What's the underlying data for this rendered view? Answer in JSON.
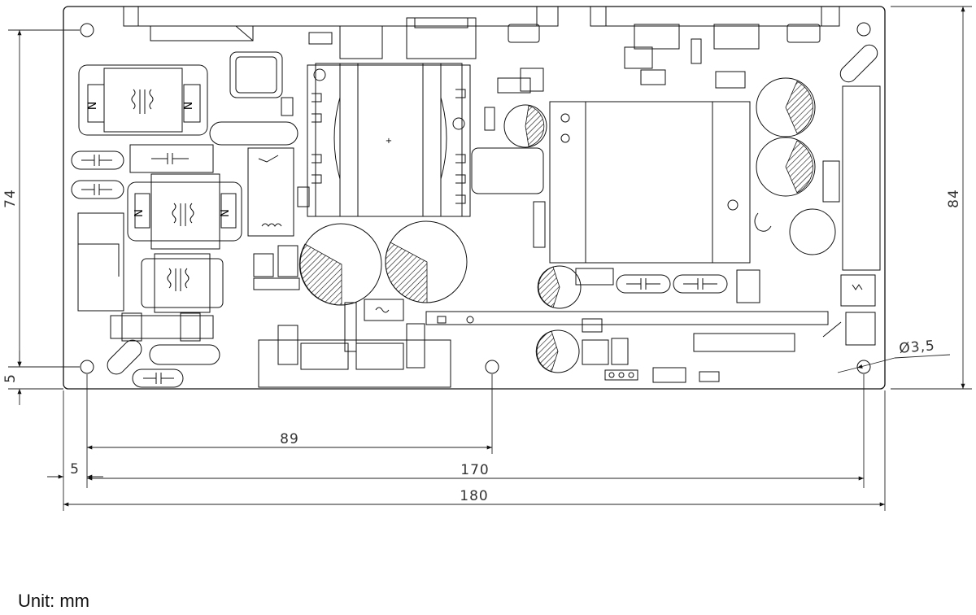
{
  "dimensions": {
    "board_width": "180",
    "hole_span": "170",
    "hole_to_middle": "89",
    "hole_offset_x": "5",
    "board_height": "84",
    "hole_span_vertical": "74",
    "hole_offset_y": "5",
    "hole_diameter": "Ø3,5"
  },
  "unit_label": "Unit: mm",
  "colors": {
    "line": "#111111",
    "background": "#ffffff"
  }
}
